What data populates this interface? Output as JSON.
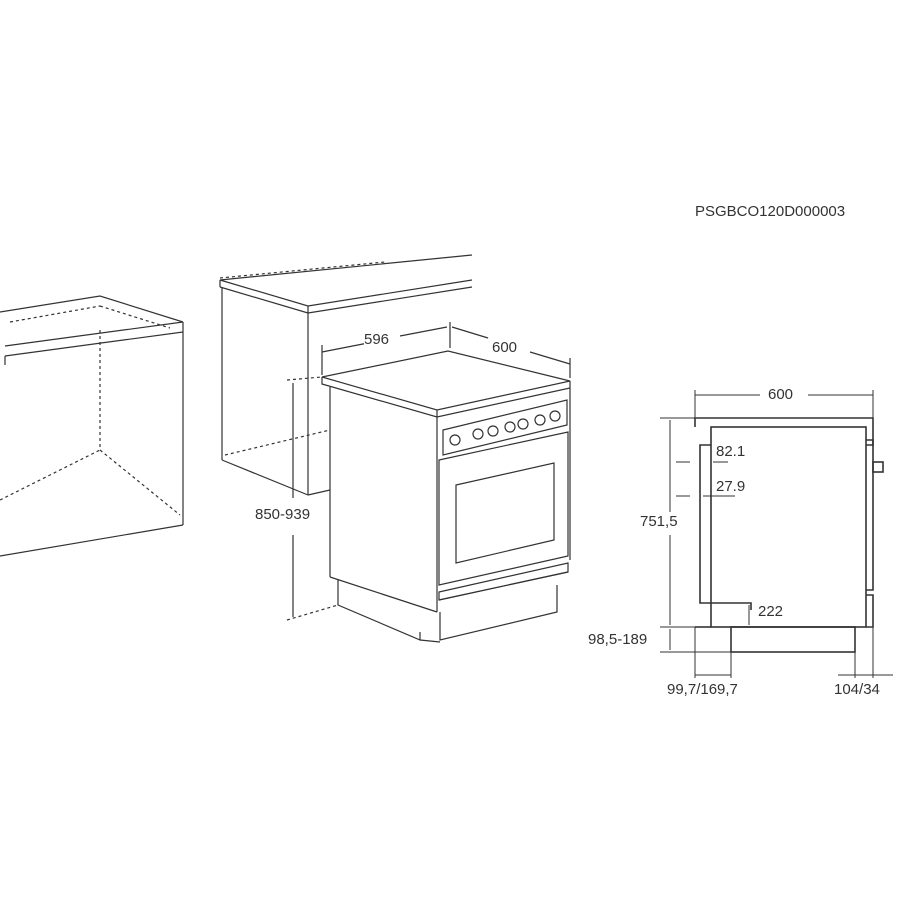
{
  "code": "PSGBCO120D000003",
  "perspective_view": {
    "width": "596",
    "depth": "600",
    "height": "850-939"
  },
  "side_view": {
    "width": "600",
    "handle_offset_top": "82.1",
    "handle_offset": "27.9",
    "body_height": "751,5",
    "handle_bottom": "222",
    "feet_height": "98,5-189",
    "front_recess": "99,7/169,7",
    "back_recess": "104/34"
  }
}
